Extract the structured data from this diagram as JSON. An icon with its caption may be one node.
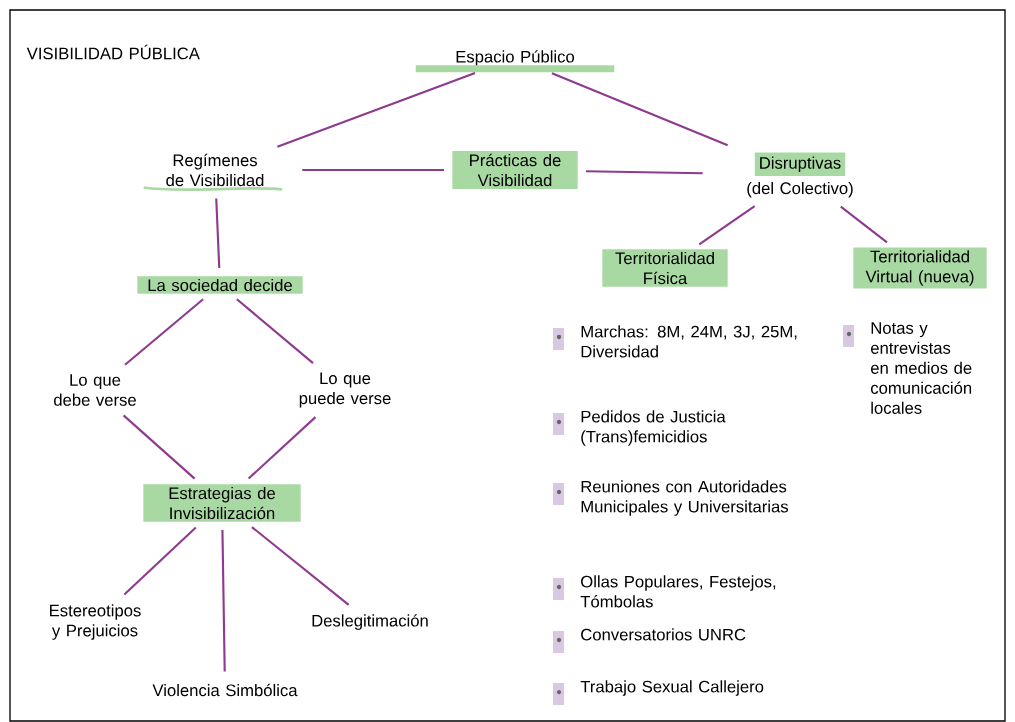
{
  "diagram": {
    "title": "VISIBILIDAD PÚBLICA",
    "nodes": [
      {
        "text": [
          "Espacio Público"
        ]
      },
      {
        "text": [
          "Regímenes de Visibilidad"
        ]
      },
      {
        "text": [
          "Prácticas de Visibilidad"
        ]
      },
      {
        "text": [
          "Disruptivas",
          "(del Colectivo)"
        ]
      },
      {
        "text": [
          "La sociedad decide"
        ]
      },
      {
        "text": [
          "Lo que debe verse"
        ]
      },
      {
        "text": [
          "Lo que puede verse"
        ]
      },
      {
        "text": [
          "Estrategias de Invisibilización"
        ]
      },
      {
        "text": [
          "Estereotipos y Prejuicios"
        ]
      },
      {
        "text": [
          "Violencia Simbólica"
        ]
      },
      {
        "text": [
          "Deslegitimación"
        ]
      },
      {
        "text": [
          "Territorialidad Física"
        ]
      },
      {
        "text": [
          "Territorialidad Virtual (nueva)"
        ]
      }
    ],
    "edges": [
      {
        "from": 0,
        "to": 1,
        "arrow": "none"
      },
      {
        "from": 0,
        "to": 3,
        "arrow": "none"
      },
      {
        "from": 1,
        "to": 2,
        "arrow": "none"
      },
      {
        "from": 2,
        "to": 3,
        "arrow": "none"
      },
      {
        "from": 1,
        "to": 4,
        "arrow": "none"
      },
      {
        "from": 4,
        "to": 5,
        "arrow": "none"
      },
      {
        "from": 4,
        "to": 6,
        "arrow": "none"
      },
      {
        "from": 5,
        "to": 7,
        "arrow": "none"
      },
      {
        "from": 6,
        "to": 7,
        "arrow": "none"
      },
      {
        "from": 7,
        "to": 8,
        "arrow": "none"
      },
      {
        "from": 7,
        "to": 9,
        "arrow": "none"
      },
      {
        "from": 7,
        "to": 10,
        "arrow": "none"
      },
      {
        "from": 3,
        "to": 11,
        "arrow": "none"
      },
      {
        "from": 3,
        "to": 12,
        "arrow": "none"
      }
    ],
    "labels": [
      "Marchas: 8M, 24M, 3J, 25M, Diversidad",
      "Pedidos de Justicia (Trans)femicidios",
      "Reuniones con Autoridades Municipales y Universitarias",
      "Ollas Populares, Festejos, Tómbolas",
      "Conversatorios UNRC",
      "Trabajo Sexual Callejero",
      "Notas y entrevistas en medios de comunicación locales"
    ]
  }
}
